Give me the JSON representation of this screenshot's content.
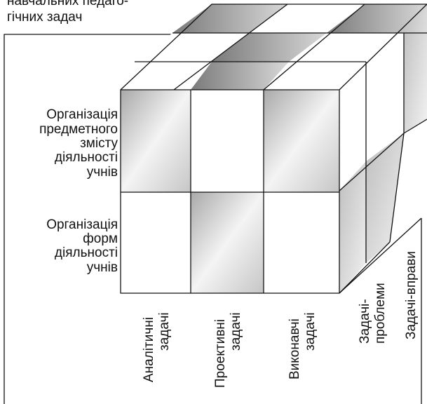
{
  "title_partial": [
    "навчальних педаго-",
    "гічних задач"
  ],
  "row_labels": {
    "top": [
      "Організація",
      "предметного",
      "змісту",
      "діяльності",
      "учнів"
    ],
    "bottom": [
      "Організація",
      "форм",
      "діяльності",
      "учнів"
    ]
  },
  "column_labels": [
    [
      "Аналітичні",
      "задачі"
    ],
    [
      "Проективні",
      "задачі"
    ],
    [
      "Виконавчі",
      "задачі"
    ]
  ],
  "depth_labels": [
    [
      "Задачі-",
      "проблеми"
    ],
    [
      "Задачі-вправи"
    ]
  ],
  "colors": {
    "dark": "#6e6e6e",
    "light": "#ffffff",
    "ink": "#111111"
  }
}
